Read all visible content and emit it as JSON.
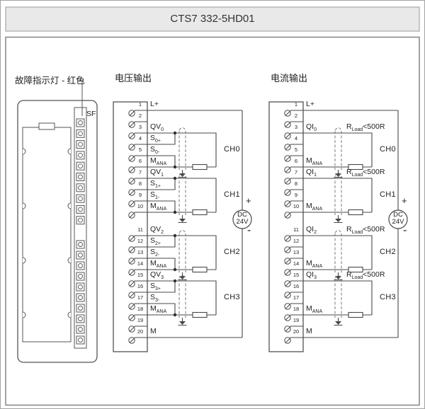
{
  "title": "CTS7 332-5HD01",
  "module": {
    "fault_label": "故障指示灯 - 红色",
    "sf_label": "SF"
  },
  "voltage_section": {
    "heading": "电压输出",
    "terminals": [
      {
        "n": "1",
        "base": "L+",
        "sub": ""
      },
      {
        "n": "2",
        "base": "",
        "sub": ""
      },
      {
        "n": "3",
        "base": "QV",
        "sub": "0"
      },
      {
        "n": "4",
        "base": "S",
        "sub": "0+"
      },
      {
        "n": "5",
        "base": "S",
        "sub": "0-"
      },
      {
        "n": "6",
        "base": "M",
        "sub": "ANA"
      },
      {
        "n": "7",
        "base": "QV",
        "sub": "1"
      },
      {
        "n": "8",
        "base": "S",
        "sub": "1+"
      },
      {
        "n": "9",
        "base": "S",
        "sub": "1-"
      },
      {
        "n": "10",
        "base": "M",
        "sub": "ANA"
      },
      {
        "n": "11",
        "base": "QV",
        "sub": "2"
      },
      {
        "n": "12",
        "base": "S",
        "sub": "2+"
      },
      {
        "n": "13",
        "base": "S",
        "sub": "2-"
      },
      {
        "n": "14",
        "base": "M",
        "sub": "ANA"
      },
      {
        "n": "15",
        "base": "QV",
        "sub": "3"
      },
      {
        "n": "16",
        "base": "S",
        "sub": "3+"
      },
      {
        "n": "17",
        "base": "S",
        "sub": "3-"
      },
      {
        "n": "18",
        "base": "M",
        "sub": "ANA"
      },
      {
        "n": "19",
        "base": "",
        "sub": ""
      },
      {
        "n": "20",
        "base": "M",
        "sub": ""
      }
    ],
    "channels": [
      "CH0",
      "CH1",
      "CH2",
      "CH3"
    ],
    "power": {
      "plus": "+",
      "minus": "-",
      "dc": "DC",
      "volt": "24V"
    }
  },
  "current_section": {
    "heading": "电流输出",
    "terminals": [
      {
        "n": "1",
        "base": "L+",
        "sub": ""
      },
      {
        "n": "2",
        "base": "",
        "sub": ""
      },
      {
        "n": "3",
        "base": "QI",
        "sub": "0"
      },
      {
        "n": "4",
        "base": "",
        "sub": ""
      },
      {
        "n": "5",
        "base": "",
        "sub": ""
      },
      {
        "n": "6",
        "base": "M",
        "sub": "ANA"
      },
      {
        "n": "7",
        "base": "QI",
        "sub": "1"
      },
      {
        "n": "8",
        "base": "",
        "sub": ""
      },
      {
        "n": "9",
        "base": "",
        "sub": ""
      },
      {
        "n": "10",
        "base": "M",
        "sub": "ANA"
      },
      {
        "n": "11",
        "base": "QI",
        "sub": "2"
      },
      {
        "n": "12",
        "base": "",
        "sub": ""
      },
      {
        "n": "13",
        "base": "",
        "sub": ""
      },
      {
        "n": "14",
        "base": "M",
        "sub": "ANA"
      },
      {
        "n": "15",
        "base": "QI",
        "sub": "3"
      },
      {
        "n": "16",
        "base": "",
        "sub": ""
      },
      {
        "n": "17",
        "base": "",
        "sub": ""
      },
      {
        "n": "18",
        "base": "M",
        "sub": "ANA"
      },
      {
        "n": "19",
        "base": "",
        "sub": ""
      },
      {
        "n": "20",
        "base": "M",
        "sub": ""
      }
    ],
    "channels": [
      "CH0",
      "CH1",
      "CH2",
      "CH3"
    ],
    "load_label": {
      "base": "R",
      "sub": "Load",
      "suffix": "<500R"
    },
    "power": {
      "plus": "+",
      "minus": "-",
      "dc": "DC",
      "volt": "24V"
    }
  }
}
